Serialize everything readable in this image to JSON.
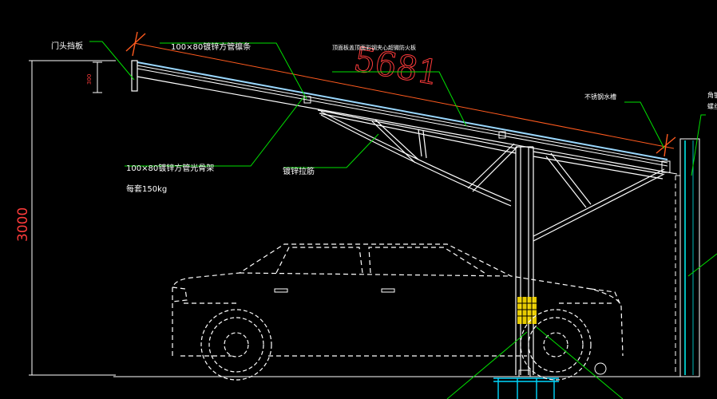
{
  "labels": {
    "end_plate": "门头挡板",
    "purlin": "100×80镀锌方管檩条",
    "top_note": "顶面板盖顶面彩钢夹心超微防火板",
    "gutter": "不锈钢水槽",
    "frame": "100×80镀锌方管光骨架",
    "tie_rod": "镀锌拉筋",
    "load": "每套150kg",
    "right_a": "角钢",
    "right_b": "螺丝"
  },
  "dimensions": {
    "height": "3000",
    "plate_height": "300",
    "span_handwritten": "5681"
  },
  "colors": {
    "structure": "#ffffff",
    "leader": "#00e000",
    "dimension": "#ff3b3b",
    "roof_line": "#ff5a1e",
    "panel": "#9ad8ff",
    "column_band": "#00b8b8",
    "mesh": "#ffe000",
    "foundation": "#00d8ff"
  }
}
